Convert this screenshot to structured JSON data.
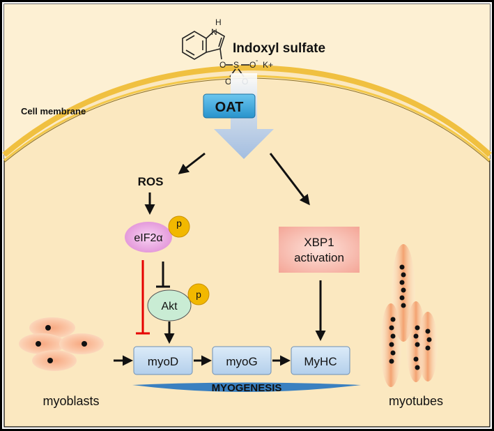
{
  "compound": {
    "name": "Indoxyl sulfate",
    "atoms": {
      "nh": "H",
      "n": "N",
      "o": "O",
      "s": "S",
      "o_minus": "O",
      "minus": "-",
      "k_plus": "K+"
    }
  },
  "membrane": {
    "label": "Cell membrane",
    "transporter": "OAT"
  },
  "nodes": {
    "ros": "ROS",
    "eif2a": "eIF2α",
    "eif2a_phospho": "p",
    "akt": "Akt",
    "akt_phospho": "p",
    "xbp1_line1": "XBP1",
    "xbp1_line2": "activation",
    "myod": "myoD",
    "myog": "myoG",
    "myhc": "MyHC",
    "myogenesis": "MYOGENESIS"
  },
  "cells": {
    "left": "myoblasts",
    "right": "myotubes"
  },
  "colors": {
    "background": "#fbe8c0",
    "membrane": "#f0c040",
    "oat": "#3fa9dc",
    "eif2a": "#e79bde",
    "akt": "#c9ecd4",
    "phospho": "#f2b800",
    "xbp1": "#f7b7a9",
    "gene_box": "#c6ddf2",
    "inhibition_red": "#e60000",
    "myogenesis_bar": "#3a80c0"
  }
}
